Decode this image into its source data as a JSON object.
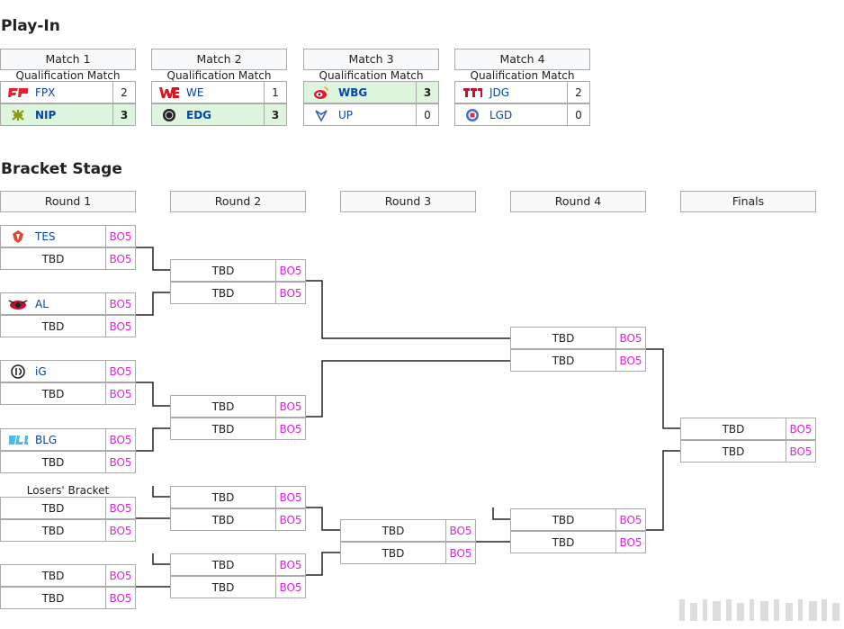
{
  "playin": {
    "heading": "Play-In",
    "subtitle": "Qualification Match",
    "matches": [
      {
        "title": "Match 1",
        "teams": [
          {
            "name": "FPX",
            "score": "2",
            "win": false,
            "icon": "fpx-logo-icon"
          },
          {
            "name": "NIP",
            "score": "3",
            "win": true,
            "icon": "nip-logo-icon"
          }
        ]
      },
      {
        "title": "Match 2",
        "teams": [
          {
            "name": "WE",
            "score": "1",
            "win": false,
            "icon": "we-logo-icon"
          },
          {
            "name": "EDG",
            "score": "3",
            "win": true,
            "icon": "edg-logo-icon"
          }
        ]
      },
      {
        "title": "Match 3",
        "teams": [
          {
            "name": "WBG",
            "score": "3",
            "win": true,
            "icon": "wbg-logo-icon"
          },
          {
            "name": "UP",
            "score": "0",
            "win": false,
            "icon": "up-logo-icon"
          }
        ]
      },
      {
        "title": "Match 4",
        "teams": [
          {
            "name": "JDG",
            "score": "2",
            "win": false,
            "icon": "jdg-logo-icon"
          },
          {
            "name": "LGD",
            "score": "0",
            "win": false,
            "icon": "lgd-logo-icon"
          }
        ]
      }
    ]
  },
  "bracket": {
    "heading": "Bracket Stage",
    "rounds": [
      "Round 1",
      "Round 2",
      "Round 3",
      "Round 4",
      "Finals"
    ],
    "losers_label": "Losers' Bracket",
    "tbd": "TBD",
    "bo": "BO5",
    "r1_teams": [
      {
        "name": "TES",
        "icon": "tes-logo-icon"
      },
      {
        "name": "AL",
        "icon": "al-logo-icon"
      },
      {
        "name": "iG",
        "icon": "ig-logo-icon"
      },
      {
        "name": "BLG",
        "icon": "blg-logo-icon"
      }
    ]
  },
  "colors": {
    "win_bg": "#ddf4dd",
    "bo_text": "#e020e0",
    "link": "#0645ad"
  }
}
